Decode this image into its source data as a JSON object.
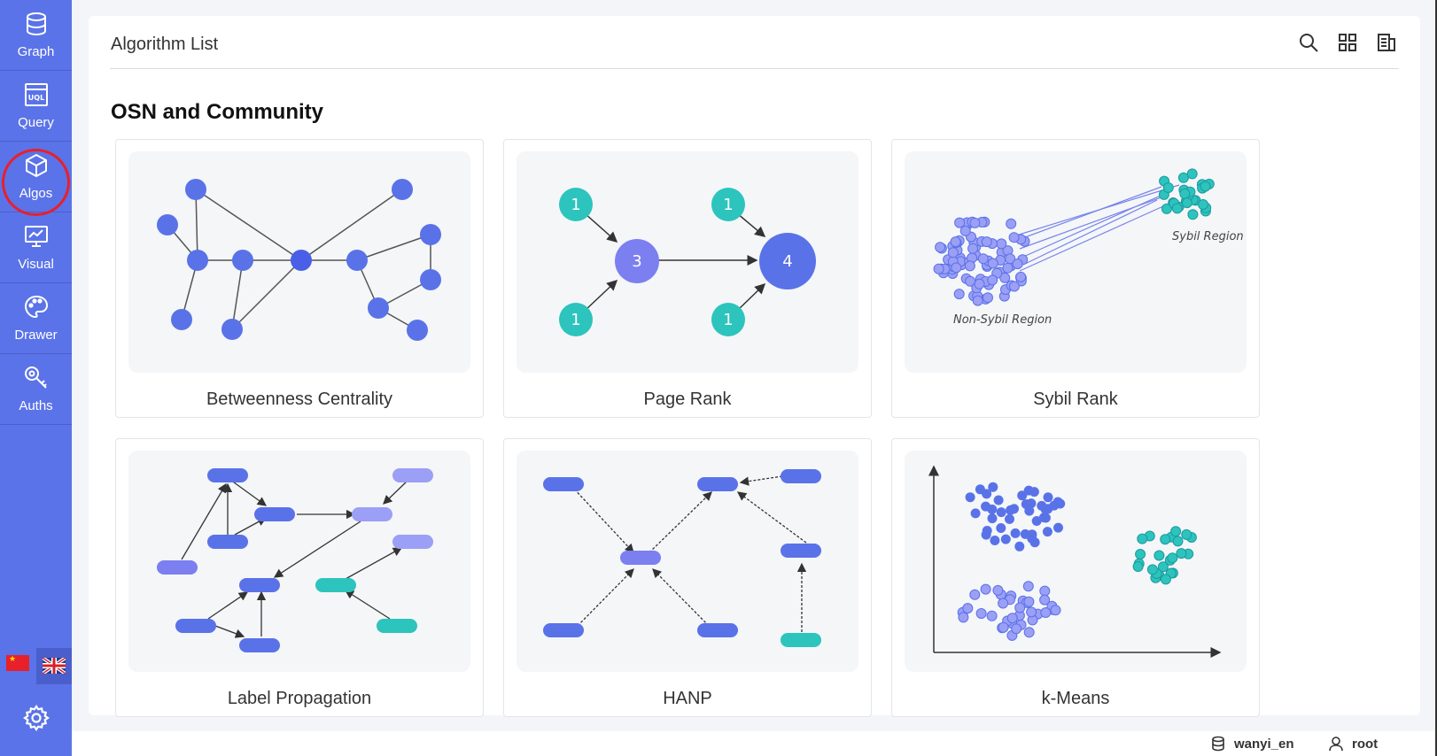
{
  "sidebar": {
    "items": [
      {
        "label": "Graph",
        "icon": "database-icon"
      },
      {
        "label": "Query",
        "icon": "uql-icon"
      },
      {
        "label": "Algos",
        "icon": "cube-icon"
      },
      {
        "label": "Visual",
        "icon": "monitor-chart-icon"
      },
      {
        "label": "Drawer",
        "icon": "palette-icon"
      },
      {
        "label": "Auths",
        "icon": "key-icon"
      }
    ],
    "active": "Algos",
    "highlight_color": "#e8202a",
    "background_color": "#5b73e8",
    "languages": [
      "cn-flag-icon",
      "uk-flag-icon"
    ]
  },
  "header": {
    "title": "Algorithm List",
    "tools": [
      "search-icon",
      "grid-icon",
      "document-icon"
    ]
  },
  "section": {
    "title": "OSN and Community",
    "cards": [
      {
        "name": "Betweenness Centrality"
      },
      {
        "name": "Page Rank",
        "node_labels": [
          "1",
          "3",
          "1",
          "1",
          "4",
          "1"
        ]
      },
      {
        "name": "Sybil Rank",
        "labels": [
          "Sybil Region",
          "Non-Sybil Region"
        ]
      },
      {
        "name": "Label Propagation"
      },
      {
        "name": "HANP"
      },
      {
        "name": "k-Means"
      }
    ]
  },
  "statusbar": {
    "database": "wanyi_en",
    "user": "root"
  },
  "colors": {
    "node_blue": "#5a72e8",
    "node_teal": "#2cc4bd",
    "node_lavender": "#9b9ff5"
  }
}
